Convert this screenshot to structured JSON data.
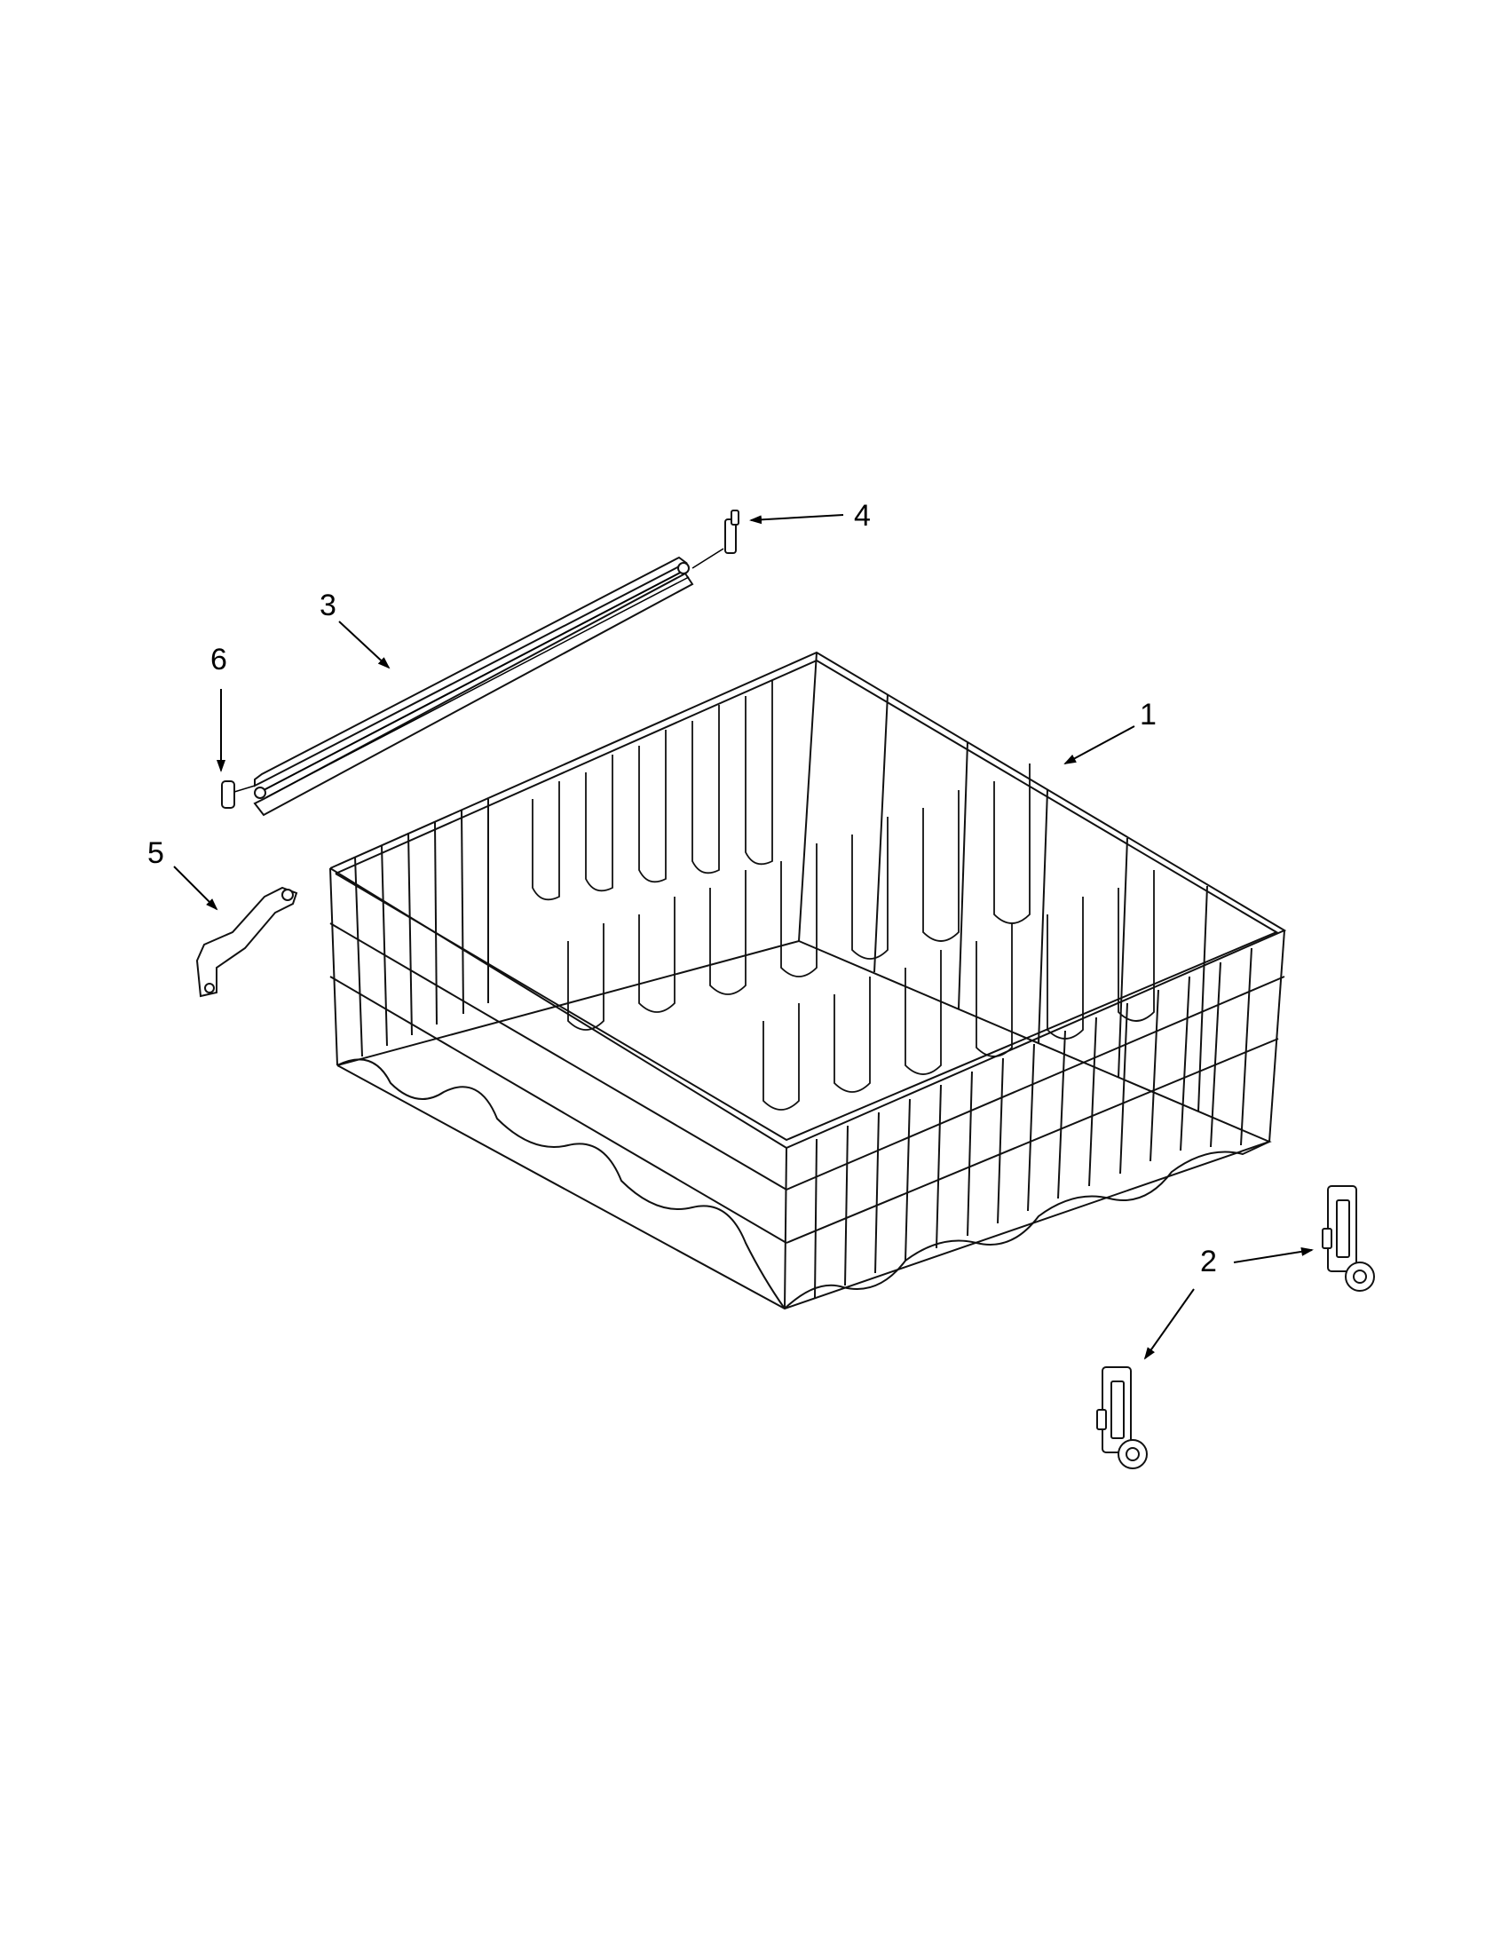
{
  "diagram": {
    "type": "exploded-parts-diagram",
    "callouts": [
      {
        "id": "1",
        "label": "1",
        "part": "upper-dishrack"
      },
      {
        "id": "2",
        "label": "2",
        "part": "rack-adjuster"
      },
      {
        "id": "3",
        "label": "3",
        "part": "rack-rail"
      },
      {
        "id": "4",
        "label": "4",
        "part": "rail-end-cap"
      },
      {
        "id": "5",
        "label": "5",
        "part": "rack-stop-arm"
      },
      {
        "id": "6",
        "label": "6",
        "part": "rail-end-cap"
      }
    ]
  }
}
